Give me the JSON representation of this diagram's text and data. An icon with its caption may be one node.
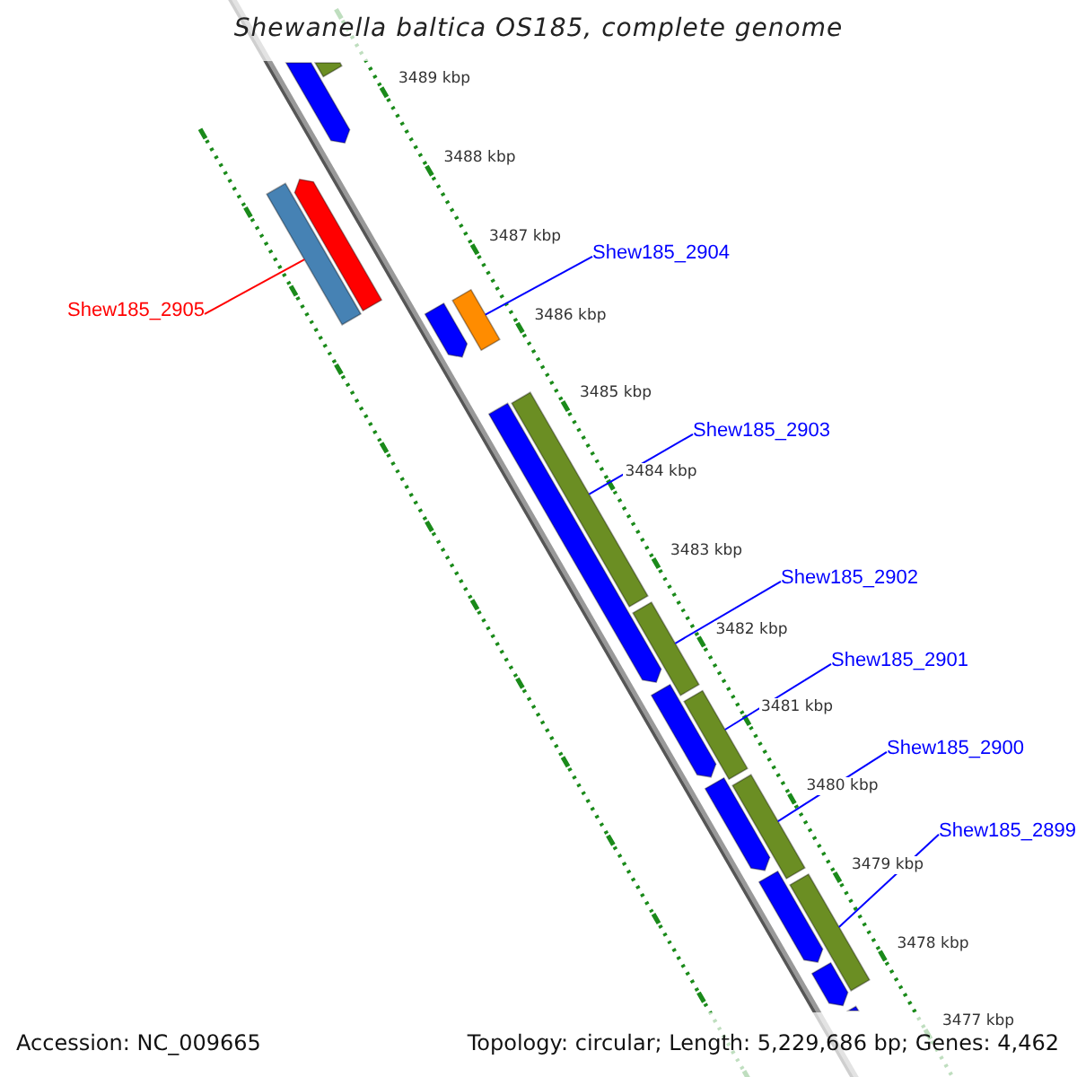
{
  "diagram": {
    "title": "Shewanella baltica OS185, complete genome",
    "nodes": [
      {
        "text": [],
        "shape": "box"
      },
      {
        "text": [],
        "shape": "arrow"
      },
      {
        "text": [
          "Shew185_2905"
        ]
      },
      {
        "text": [],
        "shape": "arrow"
      },
      {
        "text": [],
        "shape": "box"
      },
      {
        "text": [
          "Shew185_2904"
        ]
      },
      {
        "text": [],
        "shape": "arrow"
      },
      {
        "text": [],
        "shape": "box"
      },
      {
        "text": [
          "Shew185_2903"
        ]
      },
      {
        "text": [],
        "shape": "arrow"
      },
      {
        "text": [],
        "shape": "box"
      },
      {
        "text": [
          "Shew185_2902"
        ]
      },
      {
        "text": [],
        "shape": "box"
      },
      {
        "text": [],
        "shape": "arrow"
      },
      {
        "text": [
          "Shew185_2901"
        ]
      },
      {
        "text": [],
        "shape": "box"
      },
      {
        "text": [],
        "shape": "arrow"
      },
      {
        "text": [
          "Shew185_2900"
        ]
      },
      {
        "text": [],
        "shape": "box"
      },
      {
        "text": [],
        "shape": "arrow"
      },
      {
        "text": [
          "Shew185_2899"
        ]
      },
      {
        "text": [],
        "shape": "box"
      },
      {
        "text": [],
        "shape": "arrow"
      },
      {
        "text": [],
        "shape": "arrow"
      }
    ],
    "edges": [
      {
        "from": 2,
        "to": 4,
        "arrow": "none",
        "color": "#ff0000"
      },
      {
        "from": 5,
        "to": 7,
        "arrow": "none"
      },
      {
        "from": 8,
        "to": 10,
        "arrow": "none"
      },
      {
        "from": 11,
        "to": 12,
        "arrow": "none"
      },
      {
        "from": 14,
        "to": 15,
        "arrow": "none"
      },
      {
        "from": 17,
        "to": 18,
        "arrow": "none"
      },
      {
        "from": 20,
        "to": 21,
        "arrow": "none"
      }
    ],
    "labels": [
      "3489 kbp",
      "3488 kbp",
      "3487 kbp",
      "3486 kbp",
      "3485 kbp",
      "3484 kbp",
      "3483 kbp",
      "3482 kbp",
      "3481 kbp",
      "3480 kbp",
      "3479 kbp",
      "3478 kbp",
      "3477 kbp",
      "Accession: NC_009665",
      "Topology: circular; Length: 5,229,686 bp; Genes: 4,462"
    ]
  }
}
